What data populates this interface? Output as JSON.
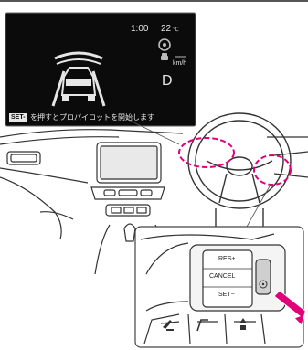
{
  "display": {
    "clock": "1:00",
    "temperature": "22",
    "temp_unit": "℃",
    "speed_unit": "km/h",
    "gear": "D",
    "set_badge": "SET-",
    "message": "を押すとプロパイロットを開始します"
  },
  "switch_panel": {
    "res_label": "RES+",
    "cancel_label": "CANCEL",
    "set_label": "SET−"
  },
  "icons": {
    "propilot": "steering-wheel-assist-icon",
    "vehicle_ahead": "vehicle-ahead-icon",
    "lane_assist": "lane-assist-icon",
    "distance": "following-distance-icon",
    "propilot_switch": "propilot-switch-icon",
    "press_arrow": "press-arrow-icon"
  },
  "colors": {
    "screen_bg": "#0b0b0b",
    "highlight_dash": "#e0007a",
    "arrow": "#e0007a",
    "line_art": "#333333"
  }
}
